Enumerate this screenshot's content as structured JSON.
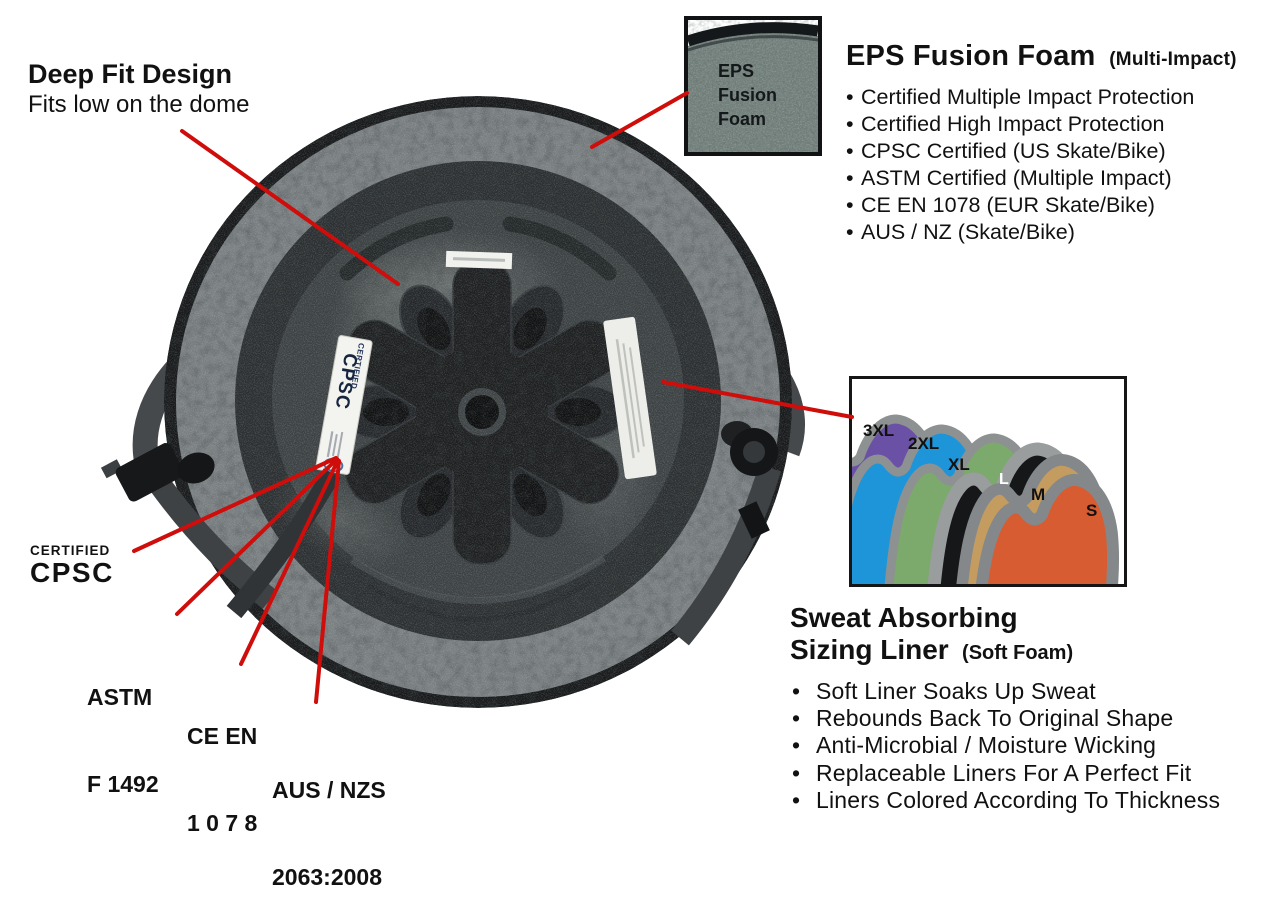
{
  "bullet": "•",
  "colors": {
    "leader_red": "#cf0d0a",
    "shell_dark": "#17191b",
    "shell_speckle_gray": "#7a7f82",
    "eps_ring_dark": "#2b2f31",
    "interior_gray": "#3d4244",
    "pad_black": "#1c1e1f"
  },
  "deep_fit": {
    "title": "Deep Fit Design",
    "subtitle": "Fits low on the dome"
  },
  "eps_inset": {
    "lines": [
      "EPS",
      "Fusion",
      "Foam"
    ]
  },
  "eps_section": {
    "title": "EPS Fusion Foam",
    "title_suffix": "(Multi-Impact)",
    "bullets": [
      "Certified Multiple Impact Protection",
      "Certified High Impact Protection",
      "CPSC Certified (US Skate/Bike)",
      "ASTM Certified (Multiple Impact)",
      "CE EN 1078 (EUR Skate/Bike)",
      "AUS / NZ (Skate/Bike)"
    ]
  },
  "helmet": {
    "sticker_certified": "CERTIFIED",
    "sticker_cpsc": "CPSC"
  },
  "certifications": [
    {
      "line1": "CERTIFIED",
      "line2": "CPSC"
    },
    {
      "line1": "ASTM",
      "line2": "F 1492"
    },
    {
      "line1": "CE EN",
      "line2": "1 0 7 8"
    },
    {
      "line1": "AUS / NZS",
      "line2": "2063:2008"
    }
  ],
  "sizing_image": {
    "liners": [
      {
        "label": "3XL",
        "color": "#6a51a6",
        "label_color": "#111111"
      },
      {
        "label": "2XL",
        "color": "#1e95d8",
        "label_color": "#111111"
      },
      {
        "label": "XL",
        "color": "#7ca96c",
        "label_color": "#111111"
      },
      {
        "label": "L",
        "color": "#161718",
        "label_color": "#ffffff"
      },
      {
        "label": "M",
        "color": "#c59c60",
        "label_color": "#111111"
      },
      {
        "label": "S",
        "color": "#d85c31",
        "label_color": "#111111"
      }
    ],
    "foam_edge_color": "#8d9192"
  },
  "sweat_section": {
    "title_line1": "Sweat Absorbing",
    "title_line2": "Sizing Liner",
    "title_suffix": "(Soft Foam)",
    "bullets": [
      "Soft Liner Soaks Up Sweat",
      "Rebounds Back To Original Shape",
      "Anti-Microbial / Moisture Wicking",
      "Replaceable Liners For A Perfect Fit",
      "Liners Colored According To Thickness"
    ]
  }
}
